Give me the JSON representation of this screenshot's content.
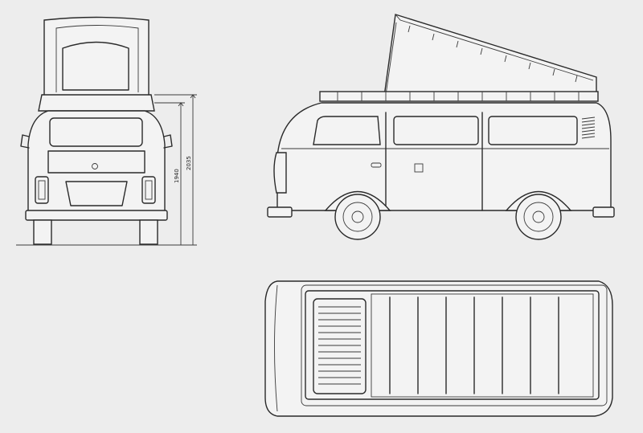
{
  "dimensions": {
    "height_inner": "1940",
    "height_outer": "2035"
  },
  "colors": {
    "paper": "#ededed",
    "ink": "#2a2a2a"
  },
  "views": [
    "rear-view",
    "side-view",
    "top-view"
  ]
}
